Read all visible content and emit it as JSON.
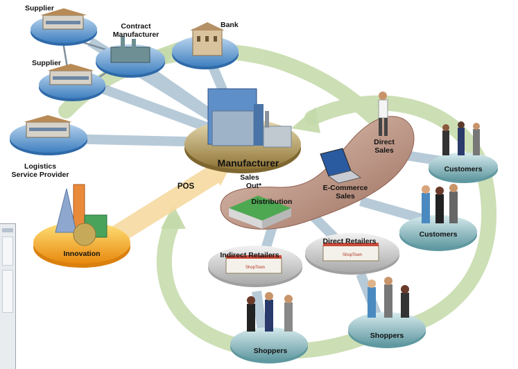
{
  "nodes": {
    "supplier_top": "Supplier",
    "supplier_mid": "Supplier",
    "contract_manufacturer_1": "Contract",
    "contract_manufacturer_2": "Manufacturer",
    "bank": "Bank",
    "logistics_1": "Logistics",
    "logistics_2": "Service Provider",
    "manufacturer": "Manufacturer",
    "pos": "POS",
    "sales_out_1": "Sales",
    "sales_out_2": "Out*",
    "distribution": "Distribution",
    "ecommerce_1": "E-Commerce",
    "ecommerce_2": "Sales",
    "direct_sales_1": "Direct",
    "direct_sales_2": "Sales",
    "customers_top": "Customers",
    "customers_mid": "Customers",
    "innovation": "Innovation",
    "indirect_retailers": "Indirect Retailers",
    "direct_retailers": "Direct Retailers",
    "shoppers_left": "Shoppers",
    "shoppers_right": "Shoppers",
    "store_sign": "ShopTown"
  },
  "colors": {
    "disc_blue": "#3f7fc0",
    "disc_teal": "#6fa6ad",
    "disc_gold": "#a88d4f",
    "disc_orange": "#f0a020",
    "disc_gray": "#c8c8c8",
    "spoke": "#a6bdcf",
    "cycle_arrow": "#c4d9a8",
    "pos_arrow": "#f6d9a0",
    "swoosh": "#c39d8d"
  }
}
